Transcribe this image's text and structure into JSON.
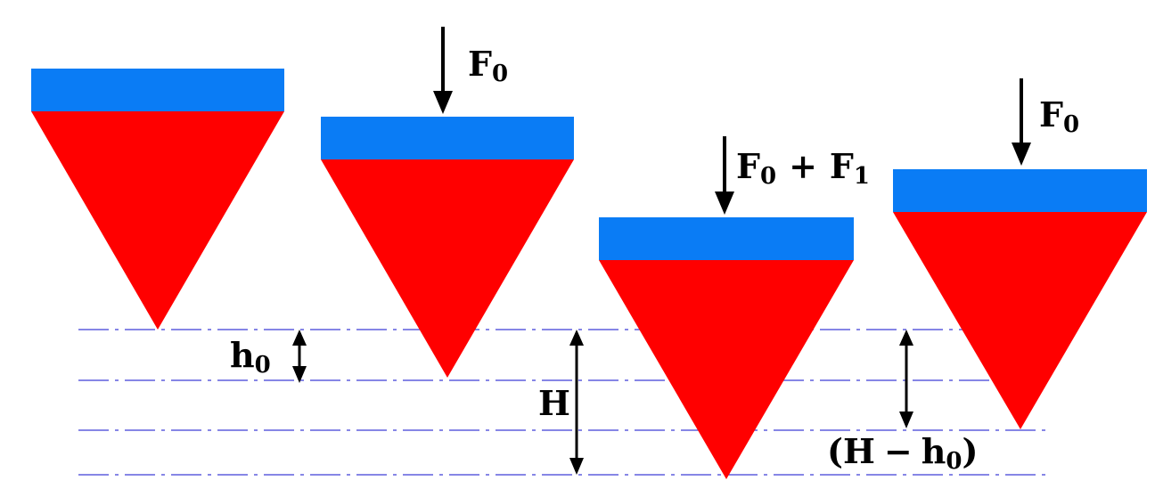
{
  "colors": {
    "indenter_body": "#ff0000",
    "indenter_cap": "#0a7cf5",
    "reference_line": "#3d3dd6",
    "arrow": "#000000",
    "background": "#ffffff"
  },
  "labels": {
    "force_1": {
      "main": "F",
      "sub": "0"
    },
    "force_2": {
      "main": "F",
      "sub": "0",
      "plus": "+",
      "main2": "F",
      "sub2": "1"
    },
    "force_3": {
      "main": "F",
      "sub": "0"
    },
    "depth_h0": {
      "main": "h",
      "sub": "0"
    },
    "depth_H": {
      "main": "H"
    },
    "depth_diff": {
      "open": "(",
      "main": "H",
      "minus": "−",
      "main2": "h",
      "sub": "0",
      "close": ")"
    }
  },
  "indenters": [
    {
      "step": "initial"
    },
    {
      "step": "preload"
    },
    {
      "step": "total-load"
    },
    {
      "step": "unload-to-preload"
    }
  ],
  "reference_lines": [
    {
      "level": "surface"
    },
    {
      "level": "preload-depth"
    },
    {
      "level": "residual-depth"
    },
    {
      "level": "max-depth"
    }
  ]
}
